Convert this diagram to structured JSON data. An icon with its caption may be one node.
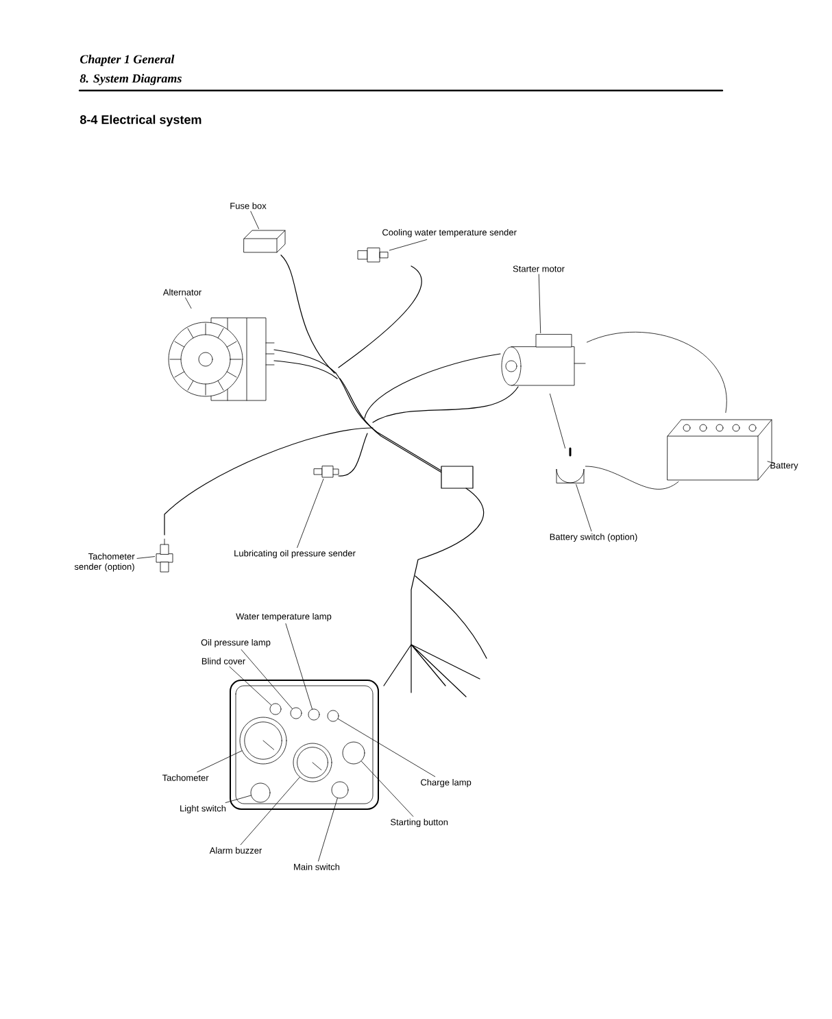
{
  "diagram": {
    "title": "8-4 Electrical system",
    "nodes": [
      {
        "text": [
          "Fuse box"
        ]
      },
      {
        "text": [
          "Cooling water temperature sender"
        ]
      },
      {
        "text": [
          "Alternator"
        ]
      },
      {
        "text": [
          "Starter motor"
        ]
      },
      {
        "text": [
          "Battery"
        ]
      },
      {
        "text": [
          "Battery switch (option)"
        ]
      },
      {
        "text": [
          "Lubricating oil pressure sender"
        ]
      },
      {
        "text": [
          "Tachometer sender (option)"
        ]
      },
      {
        "text": [
          "Water temperature lamp"
        ]
      },
      {
        "text": [
          "Oil pressure lamp"
        ]
      },
      {
        "text": [
          "Blind cover"
        ]
      },
      {
        "text": [
          "Tachometer"
        ]
      },
      {
        "text": [
          "Light switch"
        ]
      },
      {
        "text": [
          "Alarm buzzer"
        ]
      },
      {
        "text": [
          "Main switch"
        ]
      },
      {
        "text": [
          "Charge lamp"
        ]
      },
      {
        "text": [
          "Starting button"
        ]
      },
      {
        "text": [],
        "shape": "box"
      },
      {
        "text": [],
        "shape": "picture"
      },
      {
        "text": [],
        "shape": "picture"
      },
      {
        "text": [],
        "shape": "picture"
      },
      {
        "text": [],
        "shape": "picture"
      },
      {
        "text": [],
        "shape": "picture"
      },
      {
        "text": [],
        "shape": "picture"
      },
      {
        "text": [],
        "shape": "picture"
      },
      {
        "text": [],
        "shape": "box"
      },
      {
        "text": [],
        "shape": "circle",
        "in": 25
      },
      {
        "text": [],
        "shape": "circle",
        "in": 25
      },
      {
        "text": [],
        "shape": "circle",
        "in": 25
      },
      {
        "text": [],
        "shape": "circle",
        "in": 25
      },
      {
        "text": [],
        "shape": "circle",
        "in": 25
      },
      {
        "text": [],
        "shape": "circle",
        "in": 25
      },
      {
        "text": [],
        "shape": "circle",
        "in": 25
      },
      {
        "text": [],
        "shape": "circle",
        "in": 25
      },
      {
        "text": [],
        "shape": "circle",
        "in": 25
      }
    ],
    "edges": [
      {
        "from": 0,
        "to": 17,
        "arrow": "none"
      },
      {
        "from": 1,
        "to": 18,
        "arrow": "none"
      },
      {
        "from": 2,
        "to": 19,
        "arrow": "none"
      },
      {
        "from": 3,
        "to": 20,
        "arrow": "none"
      },
      {
        "from": 4,
        "to": 21,
        "arrow": "none"
      },
      {
        "from": 5,
        "to": 22,
        "arrow": "none"
      },
      {
        "from": 6,
        "to": 23,
        "arrow": "none"
      },
      {
        "from": 7,
        "to": 24,
        "arrow": "none"
      },
      {
        "from": 8,
        "to": 26,
        "arrow": "none"
      },
      {
        "from": 9,
        "to": 27,
        "arrow": "none"
      },
      {
        "from": 10,
        "to": 28,
        "arrow": "none"
      },
      {
        "from": 11,
        "to": 29,
        "arrow": "none"
      },
      {
        "from": 12,
        "to": 30,
        "arrow": "none"
      },
      {
        "from": 13,
        "to": 31,
        "arrow": "none"
      },
      {
        "from": 14,
        "to": 32,
        "arrow": "none"
      },
      {
        "from": 15,
        "to": 33,
        "arrow": "none"
      },
      {
        "from": 16,
        "to": 34,
        "arrow": "none"
      },
      {
        "from": 20,
        "to": 21,
        "arrow": "none"
      },
      {
        "from": 22,
        "to": 21,
        "arrow": "none"
      },
      {
        "from": 20,
        "to": 22,
        "arrow": "none"
      }
    ],
    "labels": [
      "Chapter 1 General",
      "8. System Diagrams"
    ]
  }
}
